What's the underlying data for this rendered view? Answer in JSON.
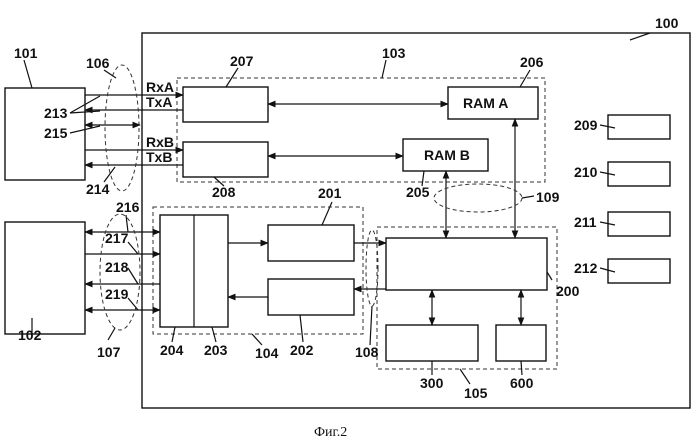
{
  "labels": {
    "n100": "100",
    "n101": "101",
    "n102": "102",
    "n103": "103",
    "n104": "104",
    "n105": "105",
    "n106": "106",
    "n107": "107",
    "n108": "108",
    "n109": "109",
    "n200": "200",
    "n201": "201",
    "n202": "202",
    "n203": "203",
    "n204": "204",
    "n205": "205",
    "n206": "206",
    "n207": "207",
    "n208": "208",
    "n209": "209",
    "n210": "210",
    "n211": "211",
    "n212": "212",
    "n213": "213",
    "n214": "214",
    "n215": "215",
    "n216": "216",
    "n217": "217",
    "n218": "218",
    "n219": "219",
    "n300": "300",
    "n600": "600"
  },
  "signals": {
    "rxa": "RxA",
    "txa": "TxA",
    "rxb": "RxB",
    "txb": "TxB"
  },
  "blocks": {
    "ram_a": "RAM A",
    "ram_b": "RAM B"
  },
  "caption": "Фиг.2"
}
